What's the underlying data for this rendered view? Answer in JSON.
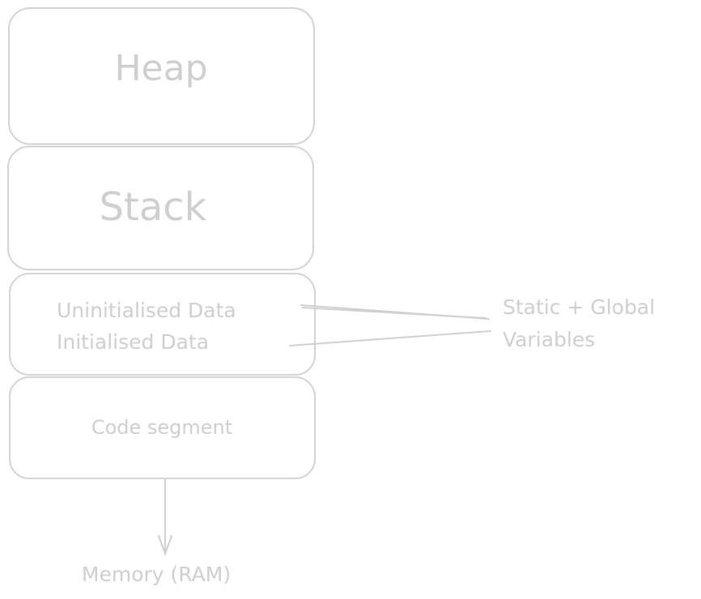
{
  "diagram": {
    "title": "Memory Layout",
    "segments": [
      {
        "id": "heap",
        "label": "Heap"
      },
      {
        "id": "stack",
        "label": "Stack"
      },
      {
        "id": "data",
        "lines": [
          "Uninitialised Data",
          "Initialised Data"
        ]
      },
      {
        "id": "code",
        "label": "Code segment"
      }
    ],
    "annotation": {
      "lines": [
        "Static + Global",
        "Variables"
      ]
    },
    "bottom_label": "Memory (RAM)",
    "colors": {
      "stroke": "#d4d4d4",
      "text": "#cfcfcf",
      "background": "#ffffff"
    }
  }
}
